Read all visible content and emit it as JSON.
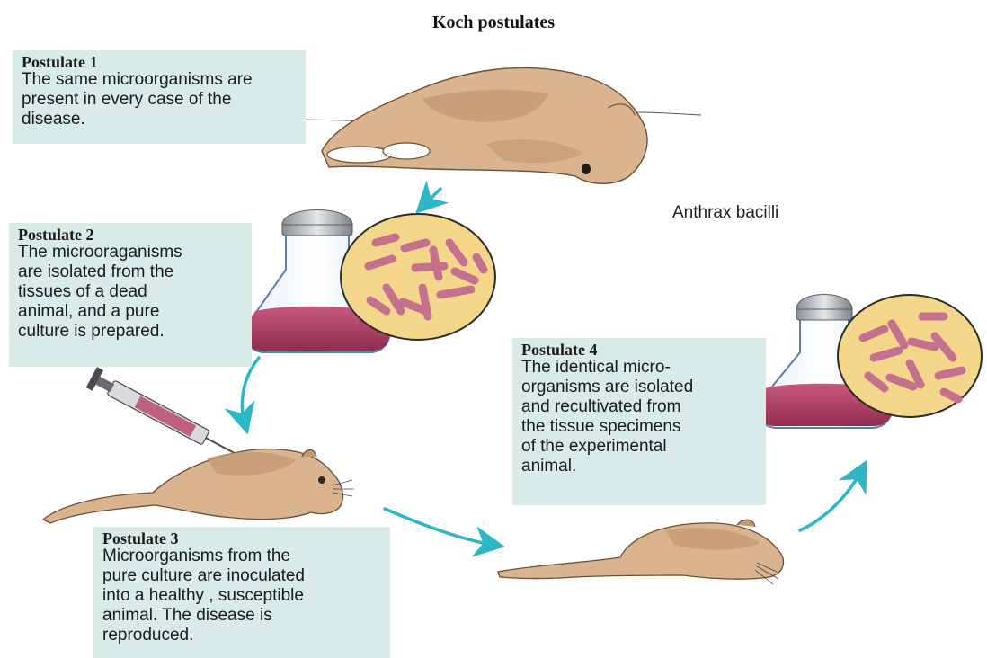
{
  "title": "Koch postulates",
  "postulates": [
    {
      "heading": "Postulate 1",
      "text": "The same microorganisms are\npresent in every case of the\ndisease."
    },
    {
      "heading": "Postulate 2",
      "text": "The microoraganisms\nare isolated from the\ntissues of a dead\nanimal, and a pure\nculture is prepared."
    },
    {
      "heading": "Postulate 3",
      "text": "Microorganisms from the\npure culture are inoculated\ninto a healthy , susceptible\nanimal. The disease is\nreproduced."
    },
    {
      "heading": "Postulate 4",
      "text": "The identical micro-\norganisms are isolated\nand recultivated from\nthe tissue specimens\nof the experimental\nanimal."
    }
  ],
  "bacteria_label": "Anthrax bacilli",
  "colors": {
    "box_fill": "#d8ebe8",
    "arrow": "#2bb7c6",
    "animal": "#d9b48f",
    "animal_shade": "#c39a73",
    "culture": "#b5436c",
    "bacteria_dish": "#f3d68a",
    "bacilli": "#c5708e"
  }
}
